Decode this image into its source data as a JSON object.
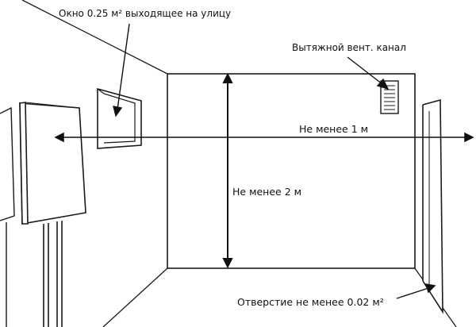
{
  "labels": {
    "window": "Окно 0.25 м² выходящее  на улицу",
    "vent": "Вытяжной вент. канал",
    "min_width": "Не менее 1 м",
    "min_height": "Не менее 2 м",
    "opening": "Отверстие не менее 0.02 м²"
  },
  "colors": {
    "lines": "#1a1a1a",
    "background": "#ffffff"
  }
}
